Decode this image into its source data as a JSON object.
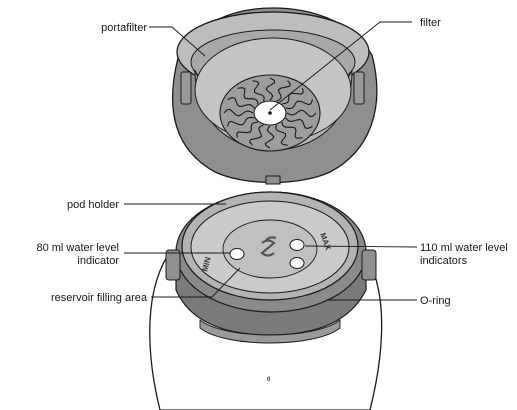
{
  "labels": {
    "portafilter": "portafilter",
    "filter": "filter",
    "pod_holder": "pod holder",
    "min_indicator_line1": "80 ml water level",
    "min_indicator_line2": "indicator",
    "max_indicator_line1": "110 ml water level",
    "max_indicator_line2": "indicators",
    "reservoir": "reservoir filling area",
    "o_ring": "O-ring"
  },
  "embossed": {
    "min": "MIN",
    "max": "MAX",
    "base_mark": "0"
  },
  "colors": {
    "outline": "#1a1a1a",
    "fill_light": "#c9c9c9",
    "fill_mid": "#a4a4a4",
    "fill_dark": "#7d7d7d",
    "background": "#ffffff"
  }
}
